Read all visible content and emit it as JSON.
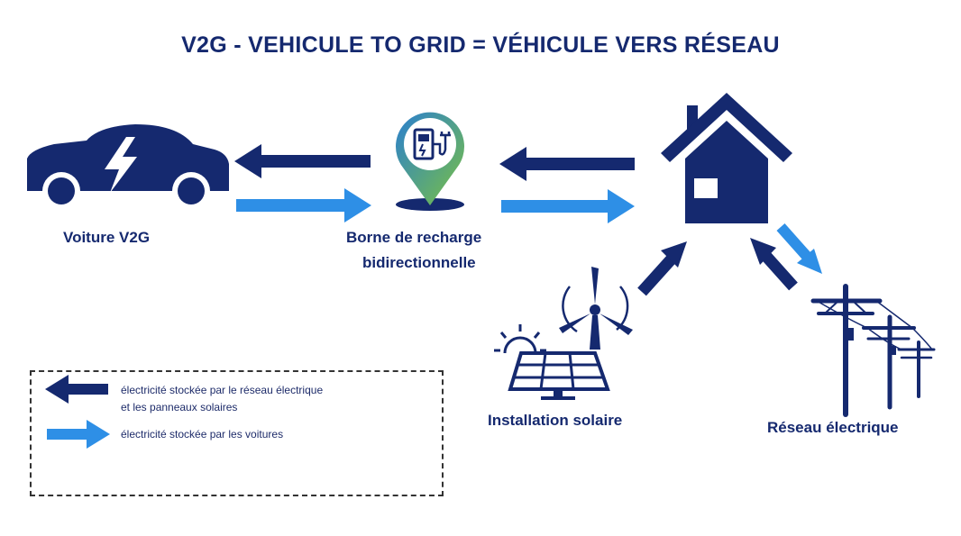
{
  "title": "V2G - VEHICULE TO GRID = VÉHICULE VERS RÉSEAU",
  "nodes": {
    "car": "Voiture V2G",
    "charger_line1": "Borne de recharge",
    "charger_line2": "bidirectionnelle",
    "solar": "Installation solaire",
    "grid": "Réseau électrique"
  },
  "legend": {
    "dark_line1": "électricité stockée par le réseau électrique",
    "dark_line2": "et les panneaux solaires",
    "light": "électricité stockée par les voitures"
  },
  "colors": {
    "dark_arrow": "#15296f",
    "light_arrow": "#2e8fe6",
    "icon_navy": "#15296f",
    "charger_gradient_start": "#2a7fd0",
    "charger_gradient_end": "#7ac142"
  },
  "icons": [
    "car-icon",
    "lightning-icon",
    "charging-station-icon",
    "house-icon",
    "solar-panel-icon",
    "wind-turbine-icon",
    "sun-icon",
    "power-pylon-icon"
  ]
}
